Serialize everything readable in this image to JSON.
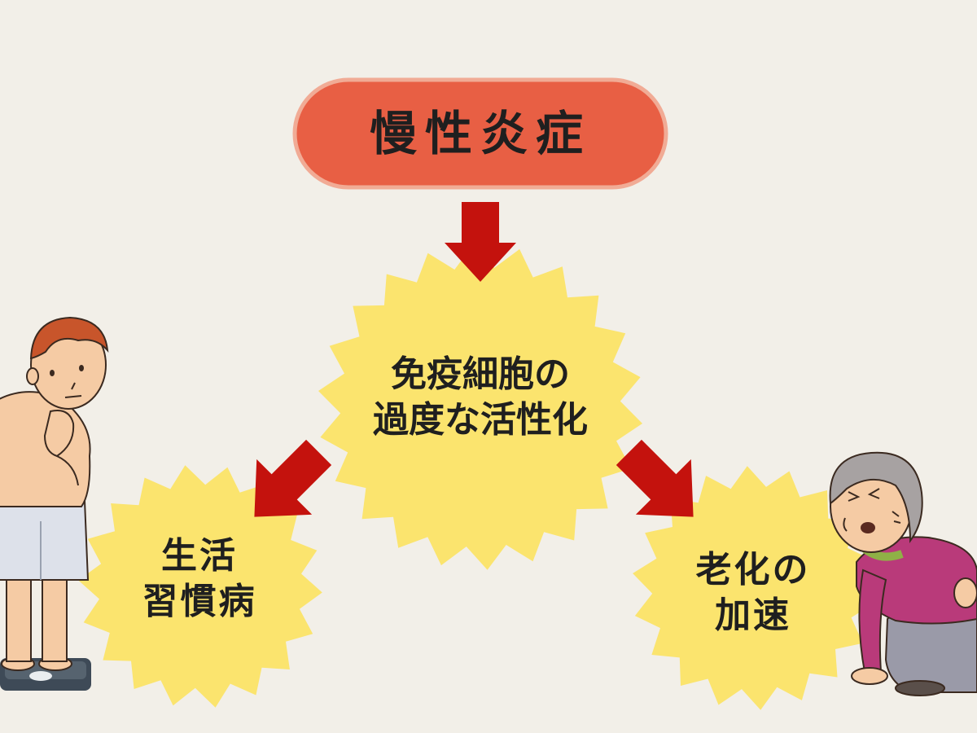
{
  "diagram": {
    "top_node": {
      "label": "慢性炎症"
    },
    "center_node": {
      "lines": [
        "免疫細胞の",
        "過度な活性化"
      ]
    },
    "left_node": {
      "lines": [
        "生活",
        "習慣病"
      ]
    },
    "right_node": {
      "lines": [
        "老化の",
        "加速"
      ]
    }
  },
  "colors": {
    "background": "#f2efe8",
    "pill": "#e85f44",
    "burst": "#fbe46e",
    "arrow": "#c4120d",
    "text": "#1f1f1f"
  },
  "illustrations": {
    "left": "overweight-man-on-scale-icon",
    "right": "elderly-woman-with-back-pain-icon"
  }
}
